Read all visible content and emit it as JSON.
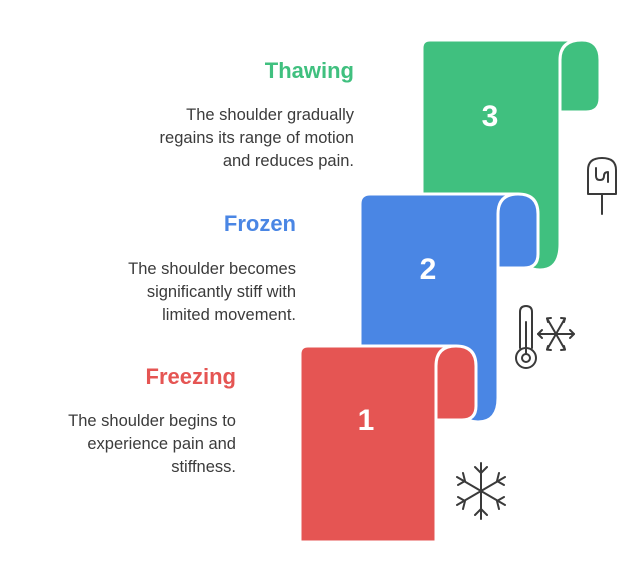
{
  "colors": {
    "thawing": "#40c07f",
    "frozen": "#4a86e4",
    "freezing": "#e55553",
    "outline": "#ffffff",
    "icon_stroke": "#3a3a3a"
  },
  "stages": [
    {
      "number": "3",
      "title": "Thawing",
      "description_lines": [
        "The shoulder gradually",
        "regains its range of motion",
        "and reduces pain."
      ],
      "icon": "popsicle-icon"
    },
    {
      "number": "2",
      "title": "Frozen",
      "description_lines": [
        "The shoulder becomes",
        "significantly stiff with",
        "limited movement."
      ],
      "icon": "thermometer-snowflake-icon"
    },
    {
      "number": "1",
      "title": "Freezing",
      "description_lines": [
        "The shoulder begins to",
        "experience pain and",
        "stiffness."
      ],
      "icon": "snowflake-icon"
    }
  ]
}
